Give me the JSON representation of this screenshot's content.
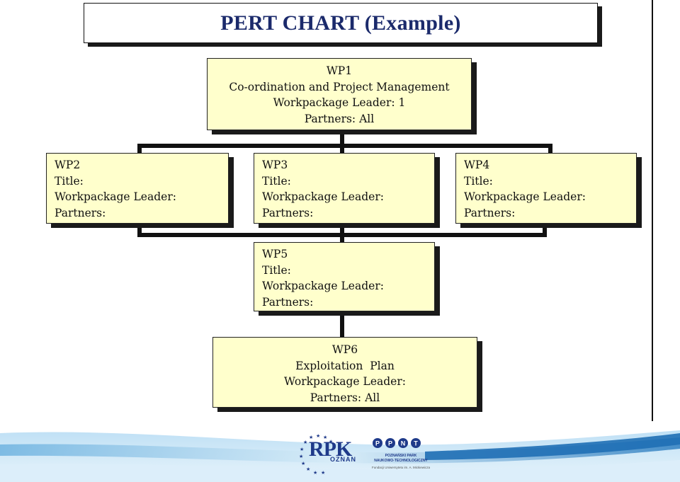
{
  "title": "PERT CHART (Example)",
  "boxes": {
    "wp1": {
      "lines": [
        "WP1",
        "Co-ordination and Project Management",
        "Workpackage Leader: 1",
        "Partners: All"
      ]
    },
    "wp2": {
      "lines": [
        "WP2",
        "Title:",
        "Workpackage Leader:",
        "Partners:"
      ]
    },
    "wp3": {
      "lines": [
        "WP3",
        "Title:",
        "Workpackage Leader:",
        "Partners:"
      ]
    },
    "wp4": {
      "lines": [
        "WP4",
        "Title:",
        "Workpackage Leader:",
        "Partners:"
      ]
    },
    "wp5": {
      "lines": [
        "WP5",
        "Title:",
        "Workpackage Leader:",
        "Partners:"
      ]
    },
    "wp6": {
      "lines": [
        "WP6",
        "Exploitation  Plan",
        "Workpackage Leader:",
        "Partners: All"
      ]
    }
  },
  "footer": {
    "logo1": {
      "main": "RPK",
      "sub": "OZNAN"
    },
    "logo2": {
      "letters": [
        "P",
        "P",
        "N",
        "T"
      ],
      "line1": "POZNAŃSKI PARK",
      "line2": "NAUKOWO-TECHNOLOGICZNY",
      "line3": "Fundacji Uniwersytetu im. A. Mickiewicza"
    }
  },
  "colors": {
    "box_fill": "#ffffcc",
    "title_text": "#1b2a6b",
    "connector": "#111111",
    "footer_wave": "#2f7fc1",
    "logo_blue": "#1f3a8a"
  }
}
